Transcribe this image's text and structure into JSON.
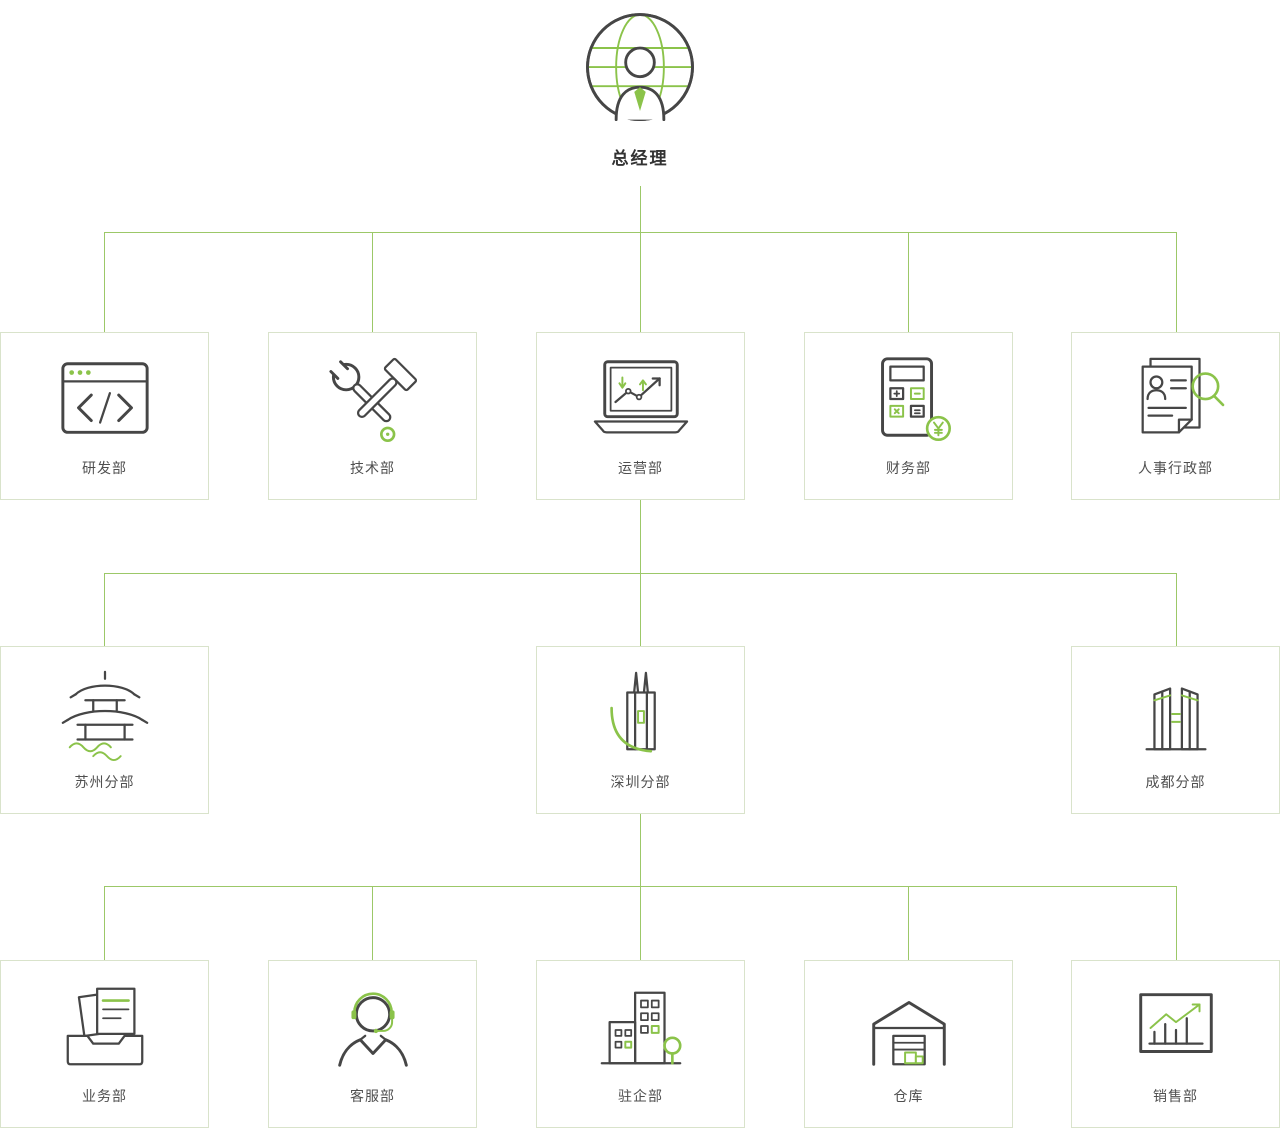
{
  "chart_type": "org-chart",
  "root": {
    "label": "总经理",
    "icon": "globe-person-icon"
  },
  "departments": [
    {
      "label": "研发部",
      "icon": "code-window-icon"
    },
    {
      "label": "技术部",
      "icon": "wrench-hammer-icon"
    },
    {
      "label": "运营部",
      "icon": "laptop-chart-icon"
    },
    {
      "label": "财务部",
      "icon": "calculator-yuan-icon",
      "icon_badge": "¥"
    },
    {
      "label": "人事行政部",
      "icon": "resume-search-icon"
    }
  ],
  "branches": [
    {
      "label": "苏州分部",
      "icon": "pagoda-water-icon"
    },
    {
      "label": "深圳分部",
      "icon": "skyscraper-icon"
    },
    {
      "label": "成都分部",
      "icon": "twin-towers-icon"
    }
  ],
  "sub_departments": [
    {
      "label": "业务部",
      "icon": "document-tray-icon"
    },
    {
      "label": "客服部",
      "icon": "headset-agent-icon"
    },
    {
      "label": "驻企部",
      "icon": "buildings-tree-icon"
    },
    {
      "label": "仓库",
      "icon": "warehouse-icon"
    },
    {
      "label": "销售部",
      "icon": "sales-chart-icon"
    }
  ],
  "hierarchy": {
    "root_children": [
      "研发部",
      "技术部",
      "运营部",
      "财务部",
      "人事行政部"
    ],
    "operations_children": [
      "苏州分部",
      "深圳分部",
      "成都分部"
    ],
    "shenzhen_children": [
      "业务部",
      "客服部",
      "驻企部",
      "仓库",
      "销售部"
    ]
  },
  "colors": {
    "background": "#ffffff",
    "connector_line": "#9cc868",
    "box_border": "#d9e3cb",
    "icon_dark": "#464646",
    "icon_accent_green": "#8bc34a",
    "label_text": "#4f4f4f",
    "root_label_text": "#333333"
  }
}
